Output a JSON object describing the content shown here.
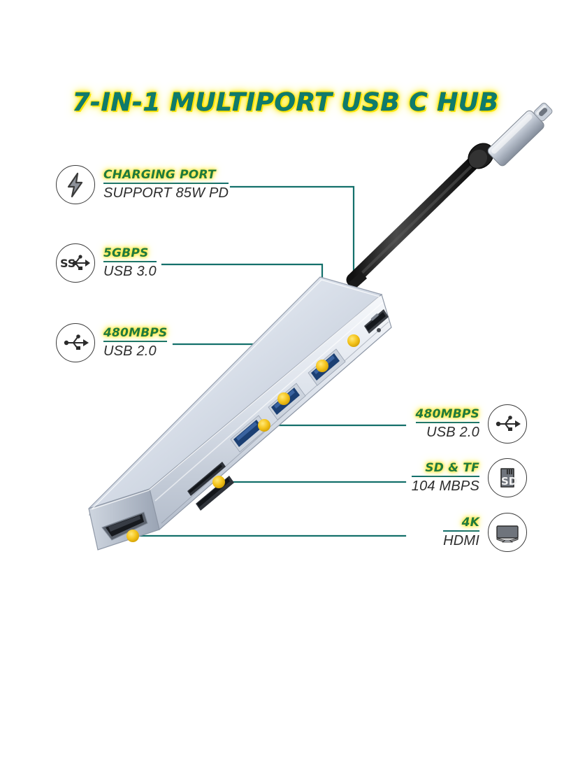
{
  "page": {
    "title": "7-IN-1 MULTIPORT USB C HUB",
    "background_color": "#ffffff"
  },
  "colors": {
    "title_text": "#0f7b6c",
    "title_glow": "#ffe600",
    "spec_green": "#1f7a3d",
    "spec_dark": "#2d2d2d",
    "leader_line": "#14706b",
    "port_marker": "#f2c318",
    "device_body_light": "#e6ebf2",
    "device_body_mid": "#aab4c4",
    "usb_port_blue": "#1b3f73",
    "cable_black": "#2b2b2b"
  },
  "callouts": {
    "left": [
      {
        "icon": "lightning-bolt-icon",
        "spec": "CHARGING PORT",
        "detail": "SUPPORT 85W PD"
      },
      {
        "icon": "usb-superspeed-icon",
        "spec": "5GBPS",
        "detail": "USB 3.0"
      },
      {
        "icon": "usb-icon",
        "spec": "480MBPS",
        "detail": "USB 2.0"
      }
    ],
    "right": [
      {
        "icon": "usb-icon",
        "spec": "480MBPS",
        "detail": "USB 2.0"
      },
      {
        "icon": "sd-card-icon",
        "spec": "SD & TF",
        "detail": "104 MBPS"
      },
      {
        "icon": "monitor-icon",
        "spec": "4K",
        "detail": "HDMI"
      }
    ]
  },
  "device": {
    "name": "usb-c-hub-device",
    "connector": "usb-c-connector",
    "cable": "usb-c-cable",
    "ports": [
      "charging-port-usb-c",
      "usb-3-0-port",
      "usb-2-0-port-upper",
      "usb-2-0-port-lower",
      "sd-tf-card-slot",
      "hdmi-port"
    ]
  }
}
